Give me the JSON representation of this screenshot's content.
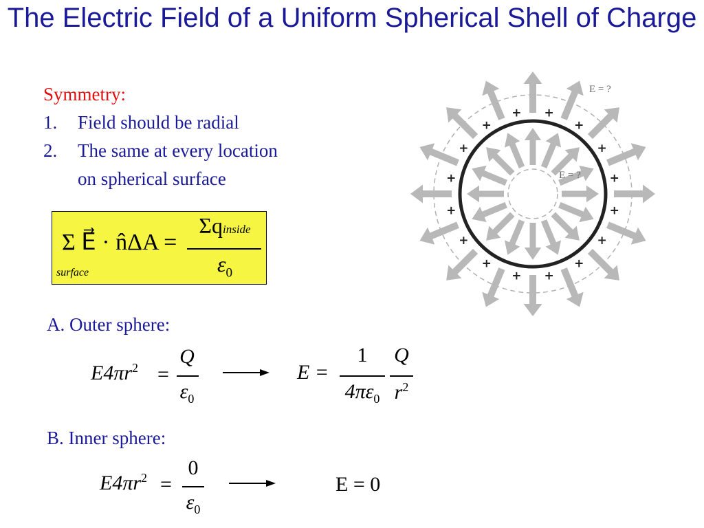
{
  "title": "The Electric Field of a Uniform Spherical Shell of Charge",
  "symmetry": {
    "heading": "Symmetry:",
    "items": [
      {
        "num": "1.",
        "text": "Field should be radial"
      },
      {
        "num": "2.",
        "text": "The same at every location"
      },
      {
        "num": "",
        "text": "on spherical surface"
      }
    ]
  },
  "gauss_law": {
    "lhs": "Σ E⃗ · n̂ΔA =",
    "sum_subscript": "surface",
    "numerator": "Σq",
    "numerator_subscript": "inside",
    "denominator": "ε",
    "denominator_subscript": "0"
  },
  "outer": {
    "label": "A. Outer sphere:",
    "eq_left_lhs": "E4πr",
    "eq_left_power": "2",
    "eq_left_num": "Q",
    "eq_left_den": "ε",
    "eq_left_den_sub": "0",
    "eq_right_lhs": "E =",
    "eq_right_num1": "1",
    "eq_right_den1": "4πε",
    "eq_right_den1_sub": "0",
    "eq_right_num2": "Q",
    "eq_right_den2": "r",
    "eq_right_den2_power": "2"
  },
  "inner": {
    "label": "B. Inner sphere:",
    "eq_left_lhs": "E4πr",
    "eq_left_power": "2",
    "eq_left_num": "0",
    "eq_left_den": "ε",
    "eq_left_den_sub": "0",
    "eq_right": "E = 0"
  },
  "diagram": {
    "outer_label": "E = ?",
    "inner_label": "E = ?",
    "plus": "+",
    "colors": {
      "shell": "#222222",
      "arrows": "#b8b8b8",
      "dashed": "#b0b0b0"
    }
  }
}
